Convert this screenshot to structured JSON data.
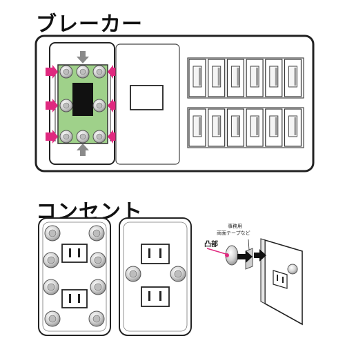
{
  "headings": {
    "breaker": "ブレーカー",
    "outlet": "コンセント"
  },
  "annotations": {
    "tape_line1": "事務用",
    "tape_line2": "両面テープなど",
    "convex_part": "凸部"
  },
  "colors": {
    "outline": "#222222",
    "board_green": "#9fd18a",
    "arrow_magenta": "#e0297f",
    "arrow_gray": "#8a8a8a",
    "suction_cup": "#d9d9d9"
  }
}
